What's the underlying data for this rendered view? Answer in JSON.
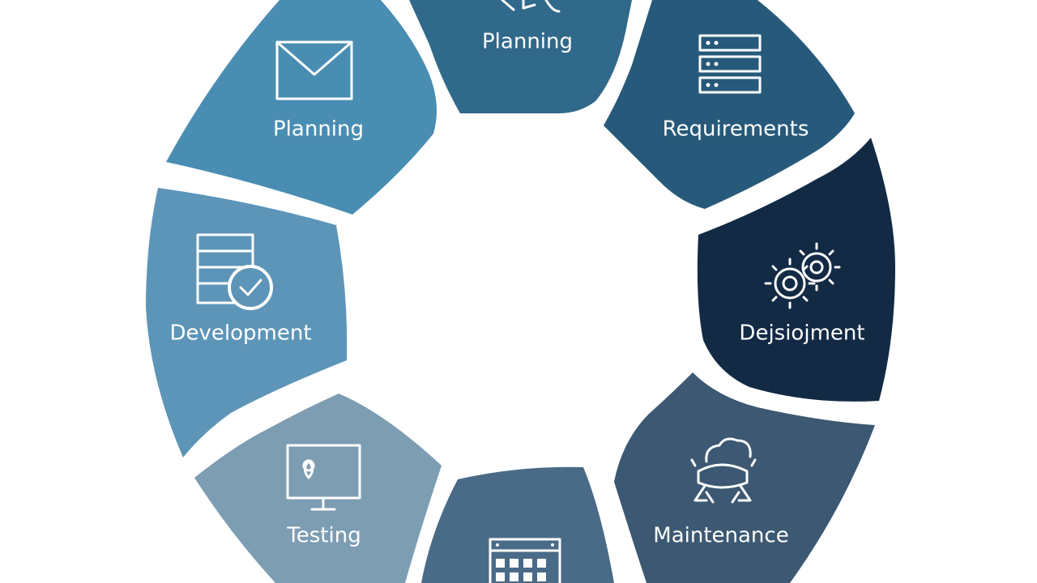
{
  "diagram": {
    "segments": [
      {
        "label": "Planning",
        "color": "#30698a",
        "icon": "cursor-icon"
      },
      {
        "label": "Requirements",
        "color": "#275a7a",
        "icon": "server-rack-icon"
      },
      {
        "label": "Dejsiojment",
        "color": "#132a45",
        "icon": "gears-icon"
      },
      {
        "label": "Maintenance",
        "color": "#3c5873",
        "icon": "cloud-robot-icon"
      },
      {
        "label": "",
        "color": "#4a6b87",
        "icon": "calendar-grid-icon"
      },
      {
        "label": "Testing",
        "color": "#7d9db3",
        "icon": "monitor-icon"
      },
      {
        "label": "Development",
        "color": "#5d95b8",
        "icon": "document-check-icon"
      },
      {
        "label": "Planning",
        "color": "#4a8db3",
        "icon": "envelope-icon"
      }
    ]
  }
}
